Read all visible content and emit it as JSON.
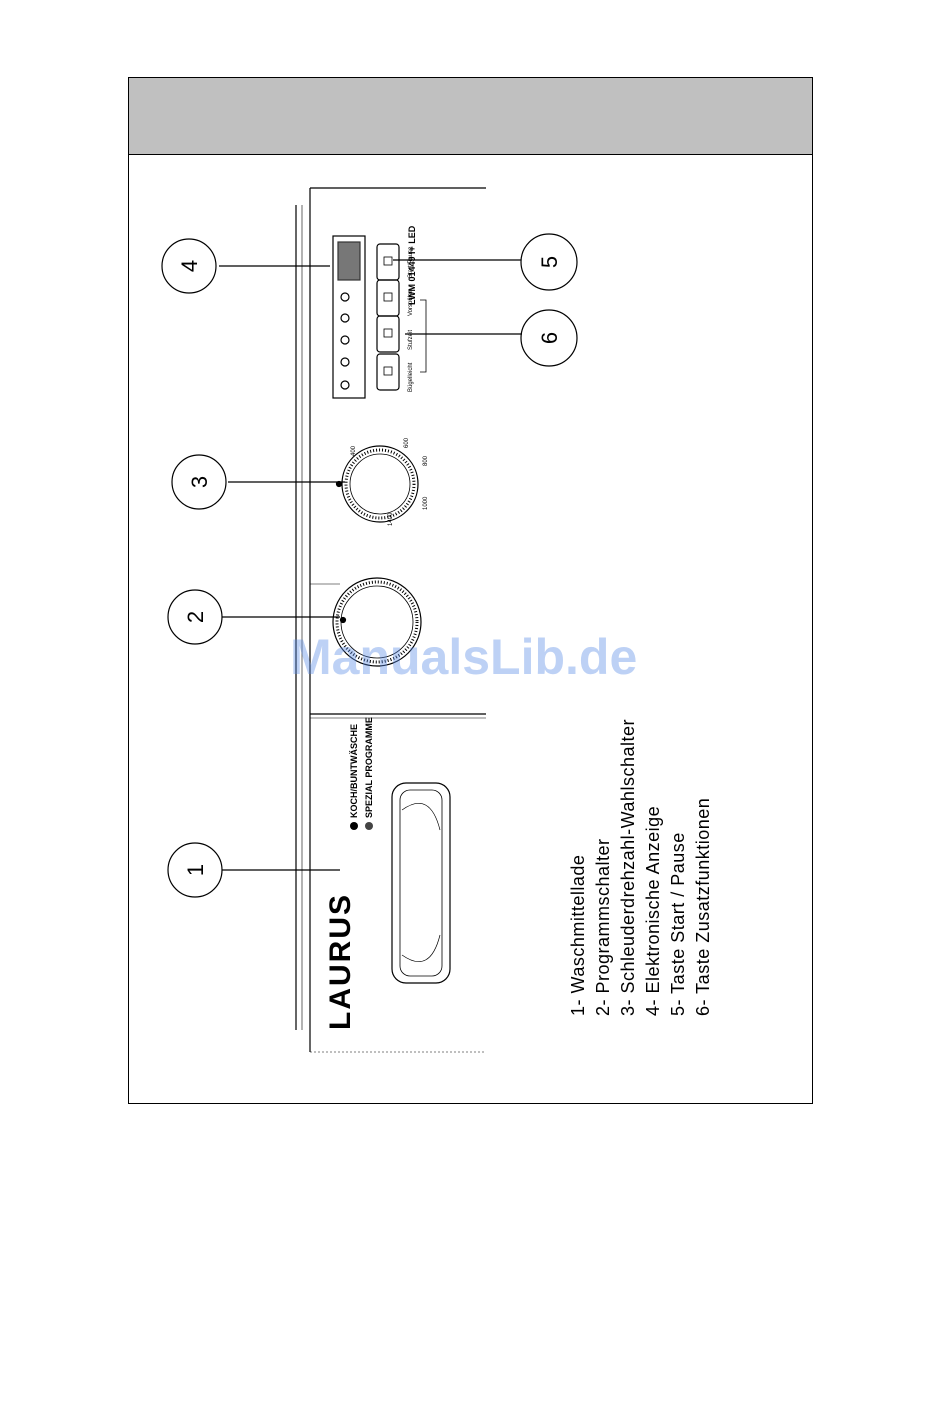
{
  "document": {
    "brand": "LAURUS",
    "watermark": "ManualsLib.de",
    "drawer_labels": [
      "KOCH/BUNTWÄSCHE",
      "SPEZIAL PROGRAMME"
    ],
    "model_label": "LWM 01449 I+ LED",
    "callouts": [
      "1",
      "2",
      "3",
      "4",
      "5",
      "6"
    ],
    "legend": [
      "1- Waschmittellade",
      "2- Programmschalter",
      "3- Schleuderdrehzahl-Wahlschalter",
      "4- Elektronische Anzeige",
      "5- Taste Start / Pause",
      "6- Taste  Zusatzfunktionen"
    ],
    "spin_speeds": [
      "400",
      "600",
      "800",
      "1000",
      "1400"
    ],
    "buttons": [
      "Bügelleicht",
      "Stufzeit",
      "Vorspülen",
      "Start/Pause"
    ]
  }
}
